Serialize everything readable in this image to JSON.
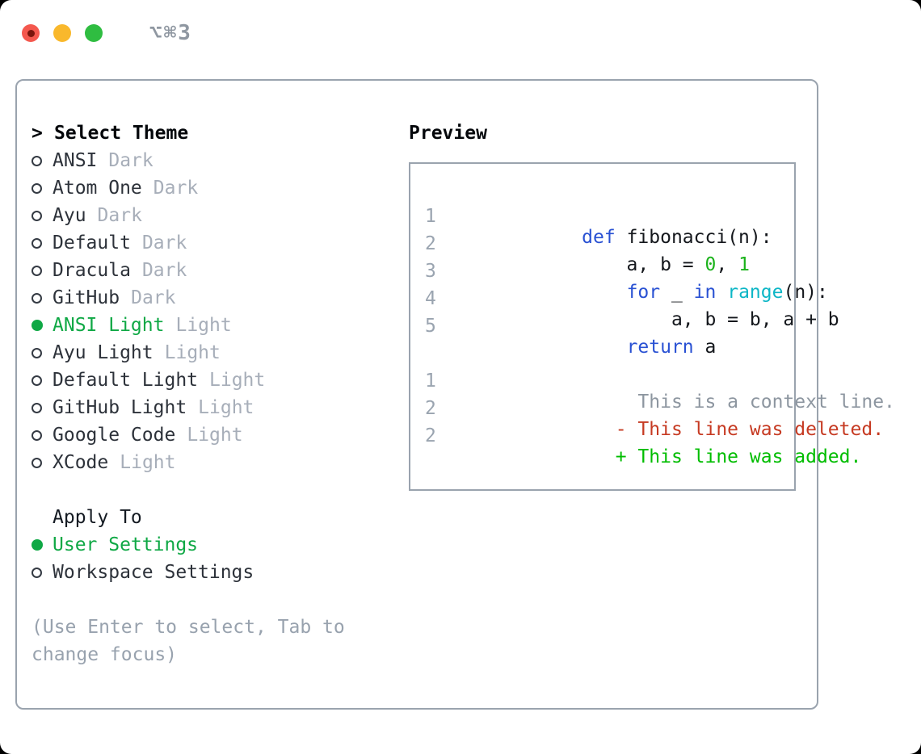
{
  "window": {
    "shortcut_label": "⌥⌘3"
  },
  "theme_panel": {
    "cursor": ">",
    "title": "Select Theme",
    "items": [
      {
        "name": "ANSI",
        "tag": "Dark",
        "state": "normal"
      },
      {
        "name": "Atom One",
        "tag": "Dark",
        "state": "normal"
      },
      {
        "name": "Ayu",
        "tag": "Dark",
        "state": "normal"
      },
      {
        "name": "Default",
        "tag": "Dark",
        "state": "normal"
      },
      {
        "name": "Dracula",
        "tag": "Dark",
        "state": "normal"
      },
      {
        "name": "GitHub",
        "tag": "Dark",
        "state": "normal"
      },
      {
        "name": "ANSI Light",
        "tag": "Light",
        "state": "selected"
      },
      {
        "name": "Ayu Light",
        "tag": "Light",
        "state": "normal"
      },
      {
        "name": "Default Light",
        "tag": "Light",
        "state": "normal"
      },
      {
        "name": "GitHub Light",
        "tag": "Light",
        "state": "normal"
      },
      {
        "name": "Google Code",
        "tag": "Light",
        "state": "normal"
      },
      {
        "name": "XCode",
        "tag": "Light",
        "state": "normal"
      }
    ]
  },
  "apply_panel": {
    "title": "Apply To",
    "options": [
      {
        "name": "User Settings",
        "state": "selected"
      },
      {
        "name": "Workspace Settings",
        "state": "normal"
      }
    ]
  },
  "help": {
    "lines": [
      {
        "text": "(Use Enter to select, Tab to"
      },
      {
        "text": "change focus)"
      }
    ]
  },
  "preview": {
    "title": "Preview",
    "lines": [
      {
        "num": "1",
        "tokens": [
          {
            "t": "def",
            "c": "kw"
          },
          {
            "t": " fibonacci(n):"
          }
        ]
      },
      {
        "num": "2",
        "tokens": [
          {
            "t": "    a, b = "
          },
          {
            "t": "0",
            "c": "num"
          },
          {
            "t": ", "
          },
          {
            "t": "1",
            "c": "num"
          }
        ]
      },
      {
        "num": "3",
        "tokens": [
          {
            "t": "    "
          },
          {
            "t": "for",
            "c": "kw"
          },
          {
            "t": " _ "
          },
          {
            "t": "in",
            "c": "kw"
          },
          {
            "t": " "
          },
          {
            "t": "range",
            "c": "fn"
          },
          {
            "t": "(n):"
          }
        ]
      },
      {
        "num": "4",
        "tokens": [
          {
            "t": "        a, b = b, a + b"
          }
        ]
      },
      {
        "num": "5",
        "tokens": [
          {
            "t": "    "
          },
          {
            "t": "return",
            "c": "kw"
          },
          {
            "t": " a"
          }
        ]
      },
      {
        "num": "",
        "tokens": []
      },
      {
        "num": "1",
        "tokens": [
          {
            "t": "     This is a context line.",
            "c": "ctx"
          }
        ]
      },
      {
        "num": "2",
        "tokens": [
          {
            "t": "   - This line was deleted.",
            "c": "del"
          }
        ]
      },
      {
        "num": "2",
        "tokens": [
          {
            "t": "   + This line was added.",
            "c": "add"
          }
        ]
      }
    ]
  },
  "colors": {
    "selected_green": "#0fa845",
    "keyword_blue": "#2951d3",
    "function_cyan": "#0cb6c6",
    "number_green": "#1cb31c",
    "added_green": "#00bd00",
    "deleted_red": "#c63a22",
    "context_gray": "#8d96a0",
    "muted_gray": "#a7aeb9",
    "border_gray": "#9aa3ae",
    "traffic_red": "#f4584e",
    "traffic_yellow": "#f9b82c",
    "traffic_green": "#2fbd41"
  }
}
